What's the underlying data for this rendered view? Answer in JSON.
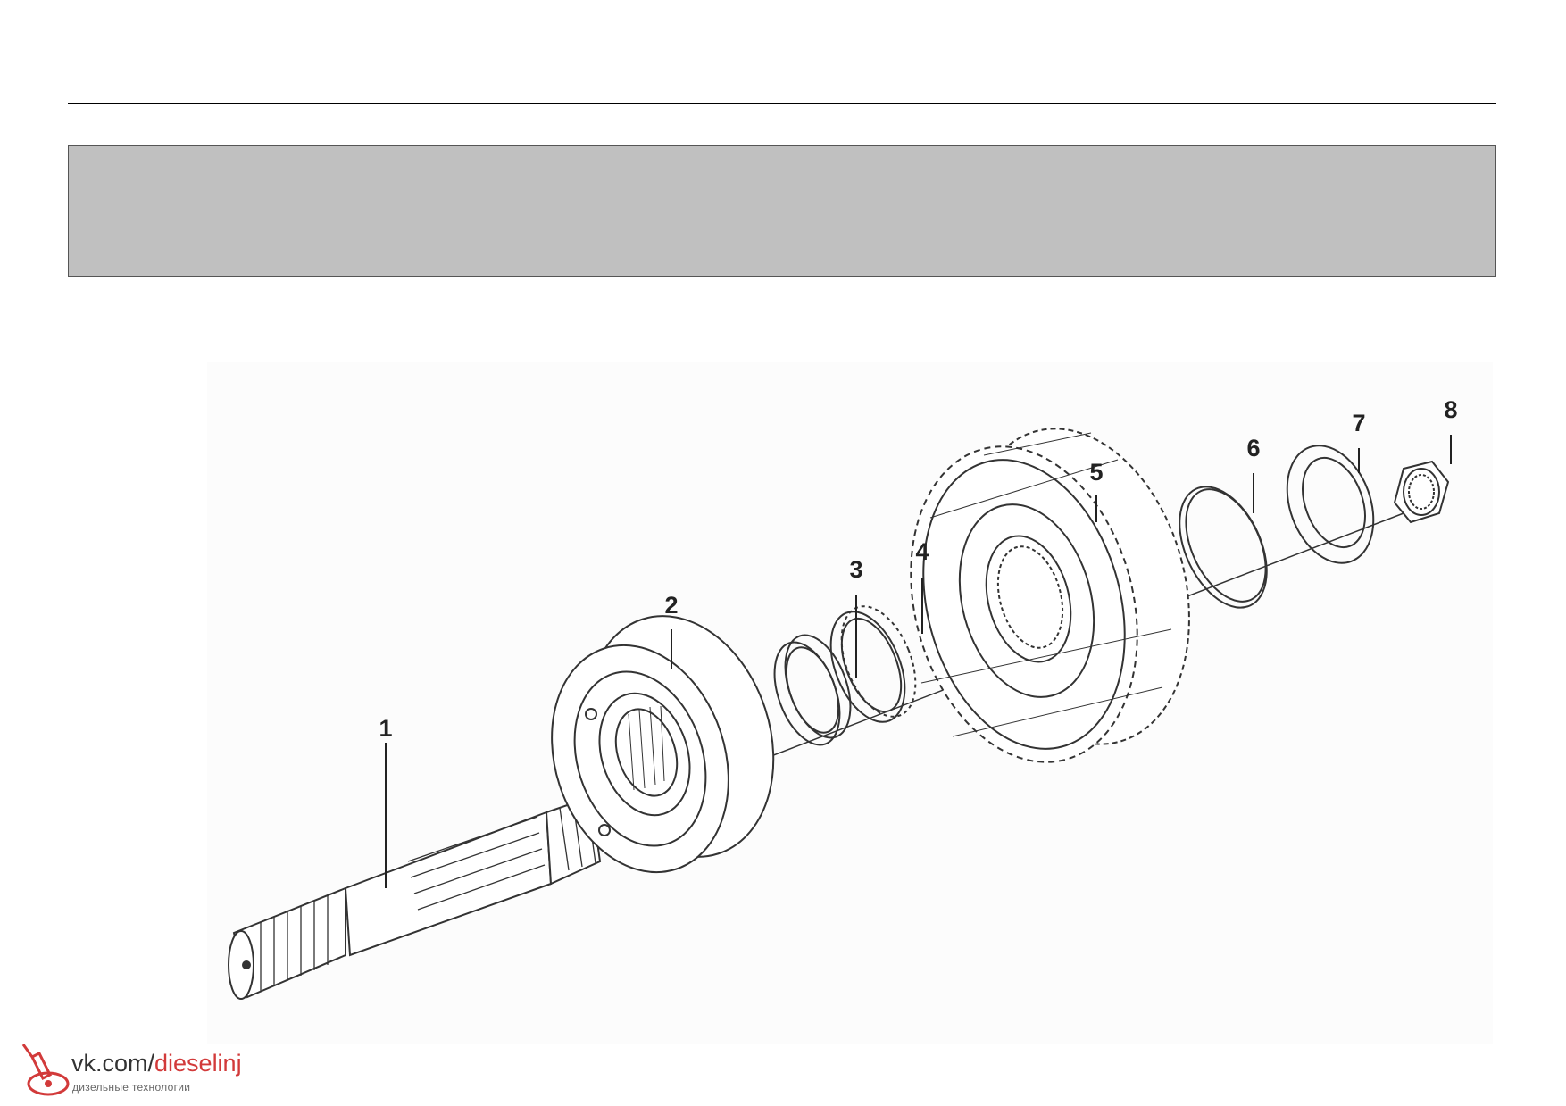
{
  "header": {
    "band_color": "#c0c0c0"
  },
  "diagram": {
    "parts": [
      {
        "number": "1",
        "part": "shaft"
      },
      {
        "number": "2",
        "part": "synchronizer-hub"
      },
      {
        "number": "3",
        "part": "thrust-ring"
      },
      {
        "number": "4",
        "part": "synchro-ring"
      },
      {
        "number": "5",
        "part": "gear"
      },
      {
        "number": "6",
        "part": "snap-ring"
      },
      {
        "number": "7",
        "part": "washer"
      },
      {
        "number": "8",
        "part": "nut"
      }
    ]
  },
  "watermark": {
    "prefix": "vk.com/",
    "accent": "dieselinj",
    "subtitle": "дизельные технологии",
    "accent_color": "#d23a3a"
  }
}
